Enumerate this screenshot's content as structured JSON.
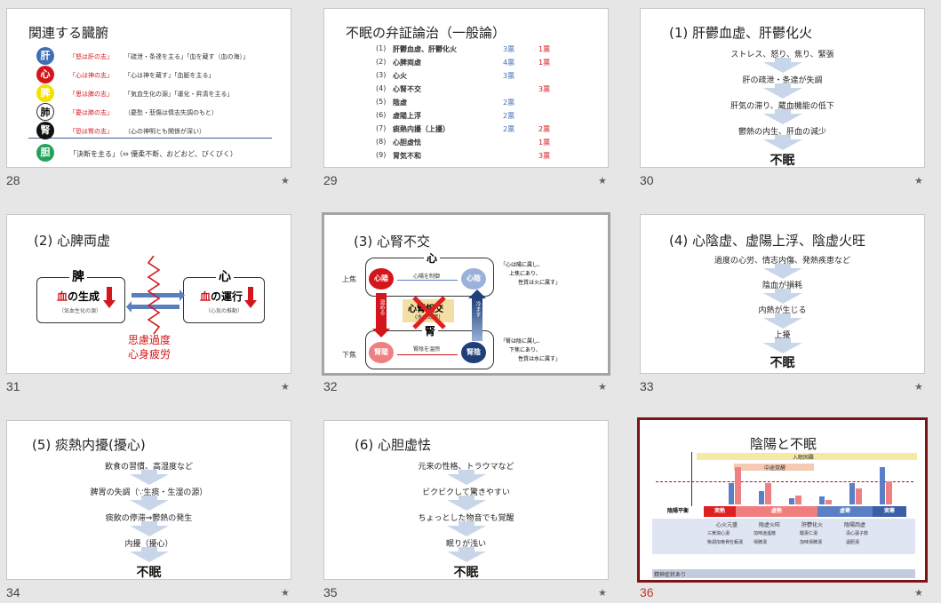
{
  "slides": [
    {
      "num": "28",
      "title": "関連する臓腑",
      "organs": [
        {
          "label": "肝",
          "color": "#3f6fb5",
          "red": "「怒は肝の志」",
          "black": "「疏泄・条達を主る」「血を蔵す（血の海）」"
        },
        {
          "label": "心",
          "color": "#d4161c",
          "red": "「心は神の志」",
          "black": "「心は神を蔵す」「血脈を主る」"
        },
        {
          "label": "脾",
          "color": "#f5e000",
          "red": "「思は脾の志」",
          "black": "「気血生化の源」「運化・昇清を主る」"
        },
        {
          "label": "肺",
          "color": "#ffffff",
          "red": "「憂は肺の志」",
          "black": "（憂愁・悲傷は情志失調のもと）"
        },
        {
          "label": "腎",
          "color": "#111111",
          "red": "「恐は腎の志」",
          "black": "（心の神明とも関係が深い）"
        }
      ],
      "extra": {
        "label": "胆",
        "color": "#23a35a",
        "text": "「決断を主る」（⇔ 優柔不断、おどおど、びくびく）"
      }
    },
    {
      "num": "29",
      "title": "不眠の弁証論治（一般論）",
      "rows": [
        {
          "n": "(1)",
          "name": "肝鬱血虚、肝鬱化火",
          "a": "3票",
          "b": "1票"
        },
        {
          "n": "(2)",
          "name": "心脾両虚",
          "a": "4票",
          "b": "1票"
        },
        {
          "n": "(3)",
          "name": "心火",
          "a": "3票",
          "b": ""
        },
        {
          "n": "(4)",
          "name": "心腎不交",
          "a": "",
          "b": "3票"
        },
        {
          "n": "(5)",
          "name": "陰虚",
          "a": "2票",
          "b": ""
        },
        {
          "n": "(6)",
          "name": "虚陽上浮",
          "a": "2票",
          "b": ""
        },
        {
          "n": "(7)",
          "name": "痰熱内擾（上擾）",
          "a": "2票",
          "b": "2票"
        },
        {
          "n": "(8)",
          "name": "心胆虚怯",
          "a": "",
          "b": "1票"
        },
        {
          "n": "(9)",
          "name": "胃気不和",
          "a": "",
          "b": "3票"
        }
      ]
    },
    {
      "num": "30",
      "title": "(1) 肝鬱血虚、肝鬱化火",
      "steps": [
        "ストレス、怒り、焦り、緊張",
        "肝の疏泄・条達が失調",
        "肝気の滞り、蔵血機能の低下",
        "鬱熱の内生、肝血の減少"
      ],
      "result": "不眠"
    },
    {
      "num": "31",
      "title": "(2) 心脾両虚",
      "left_head": "脾",
      "left_main_a": "血",
      "left_main_b": "の生成",
      "left_sub": "（気血生化の源）",
      "right_head": "心",
      "right_main_a": "血",
      "right_main_b": "の運行",
      "right_sub": "（心気の推動）",
      "bottom1": "思慮過度",
      "bottom2": "心身疲労"
    },
    {
      "num": "32",
      "title": "(3) 心腎不交",
      "upper": "上焦",
      "lower": "下焦",
      "heart": "心",
      "kidney": "腎",
      "yang_h": "心陽",
      "yin_h": "心陰",
      "yang_k": "腎陽",
      "yin_k": "腎陰",
      "control": "心陽を制御",
      "warm": "腎陰を温煦",
      "center1": "心腎相交",
      "center2": "(水火既済)",
      "left_arrow": "温める",
      "right_arrow": "冷ます",
      "note_top": [
        "「心は陽に属し、",
        "上焦にあり、",
        "性質は火に属す」"
      ],
      "note_bot": [
        "「腎は陰に属し、",
        "下焦にあり、",
        "性質は水に属す」"
      ]
    },
    {
      "num": "33",
      "title": "(4) 心陰虚、虚陽上浮、陰虚火旺",
      "steps": [
        "過度の心労、情志内傷、発熱疾患など",
        "陰血が損耗",
        "内熱が生じる",
        "上擾"
      ],
      "result": "不眠"
    },
    {
      "num": "34",
      "title": "(5) 痰熱内擾(擾心)",
      "steps": [
        "飲食の習慣、高湿度など",
        "脾胃の失調（∵生痰・生湿の源）",
        "痰飲の停滞⇒鬱熱の発生",
        "内擾（擾心）"
      ],
      "result": "不眠"
    },
    {
      "num": "35",
      "title": "(6) 心胆虚怯",
      "steps": [
        "元来の性格、トラウマなど",
        "ビクビクして驚きやすい",
        "ちょっとした物音でも覚醒",
        "眠りが浅い"
      ],
      "result": "不眠"
    },
    {
      "num": "36",
      "title": "陰陽と不眠",
      "bar1": "入眠困難",
      "bar2": "中途覚醒",
      "cats": [
        "陰陽平衡",
        "実熱",
        "虚熱",
        "虚寒",
        "実寒"
      ],
      "sub": [
        "心火亢盛",
        "陰虚火旺",
        "肝鬱化火",
        "陰陽両虚"
      ],
      "formulas": [
        "三黄瀉心湯",
        "加味逍遙散",
        "酸棗仁湯",
        "清心蓮子飲",
        "柴胡加竜骨牡蛎湯",
        "帰脾湯",
        "加味帰脾湯",
        "温胆湯"
      ],
      "foot": "精神症状あり",
      "bars": [
        {
          "b": 0.0,
          "r": 0.0
        },
        {
          "b": 0.55,
          "r": 0.95
        },
        {
          "b": 0.35,
          "r": 0.55
        },
        {
          "b": 0.15,
          "r": 0.22
        },
        {
          "b": 0.2,
          "r": 0.12
        },
        {
          "b": 0.55,
          "r": 0.42
        },
        {
          "b": 0.95,
          "r": 0.6
        }
      ]
    }
  ]
}
